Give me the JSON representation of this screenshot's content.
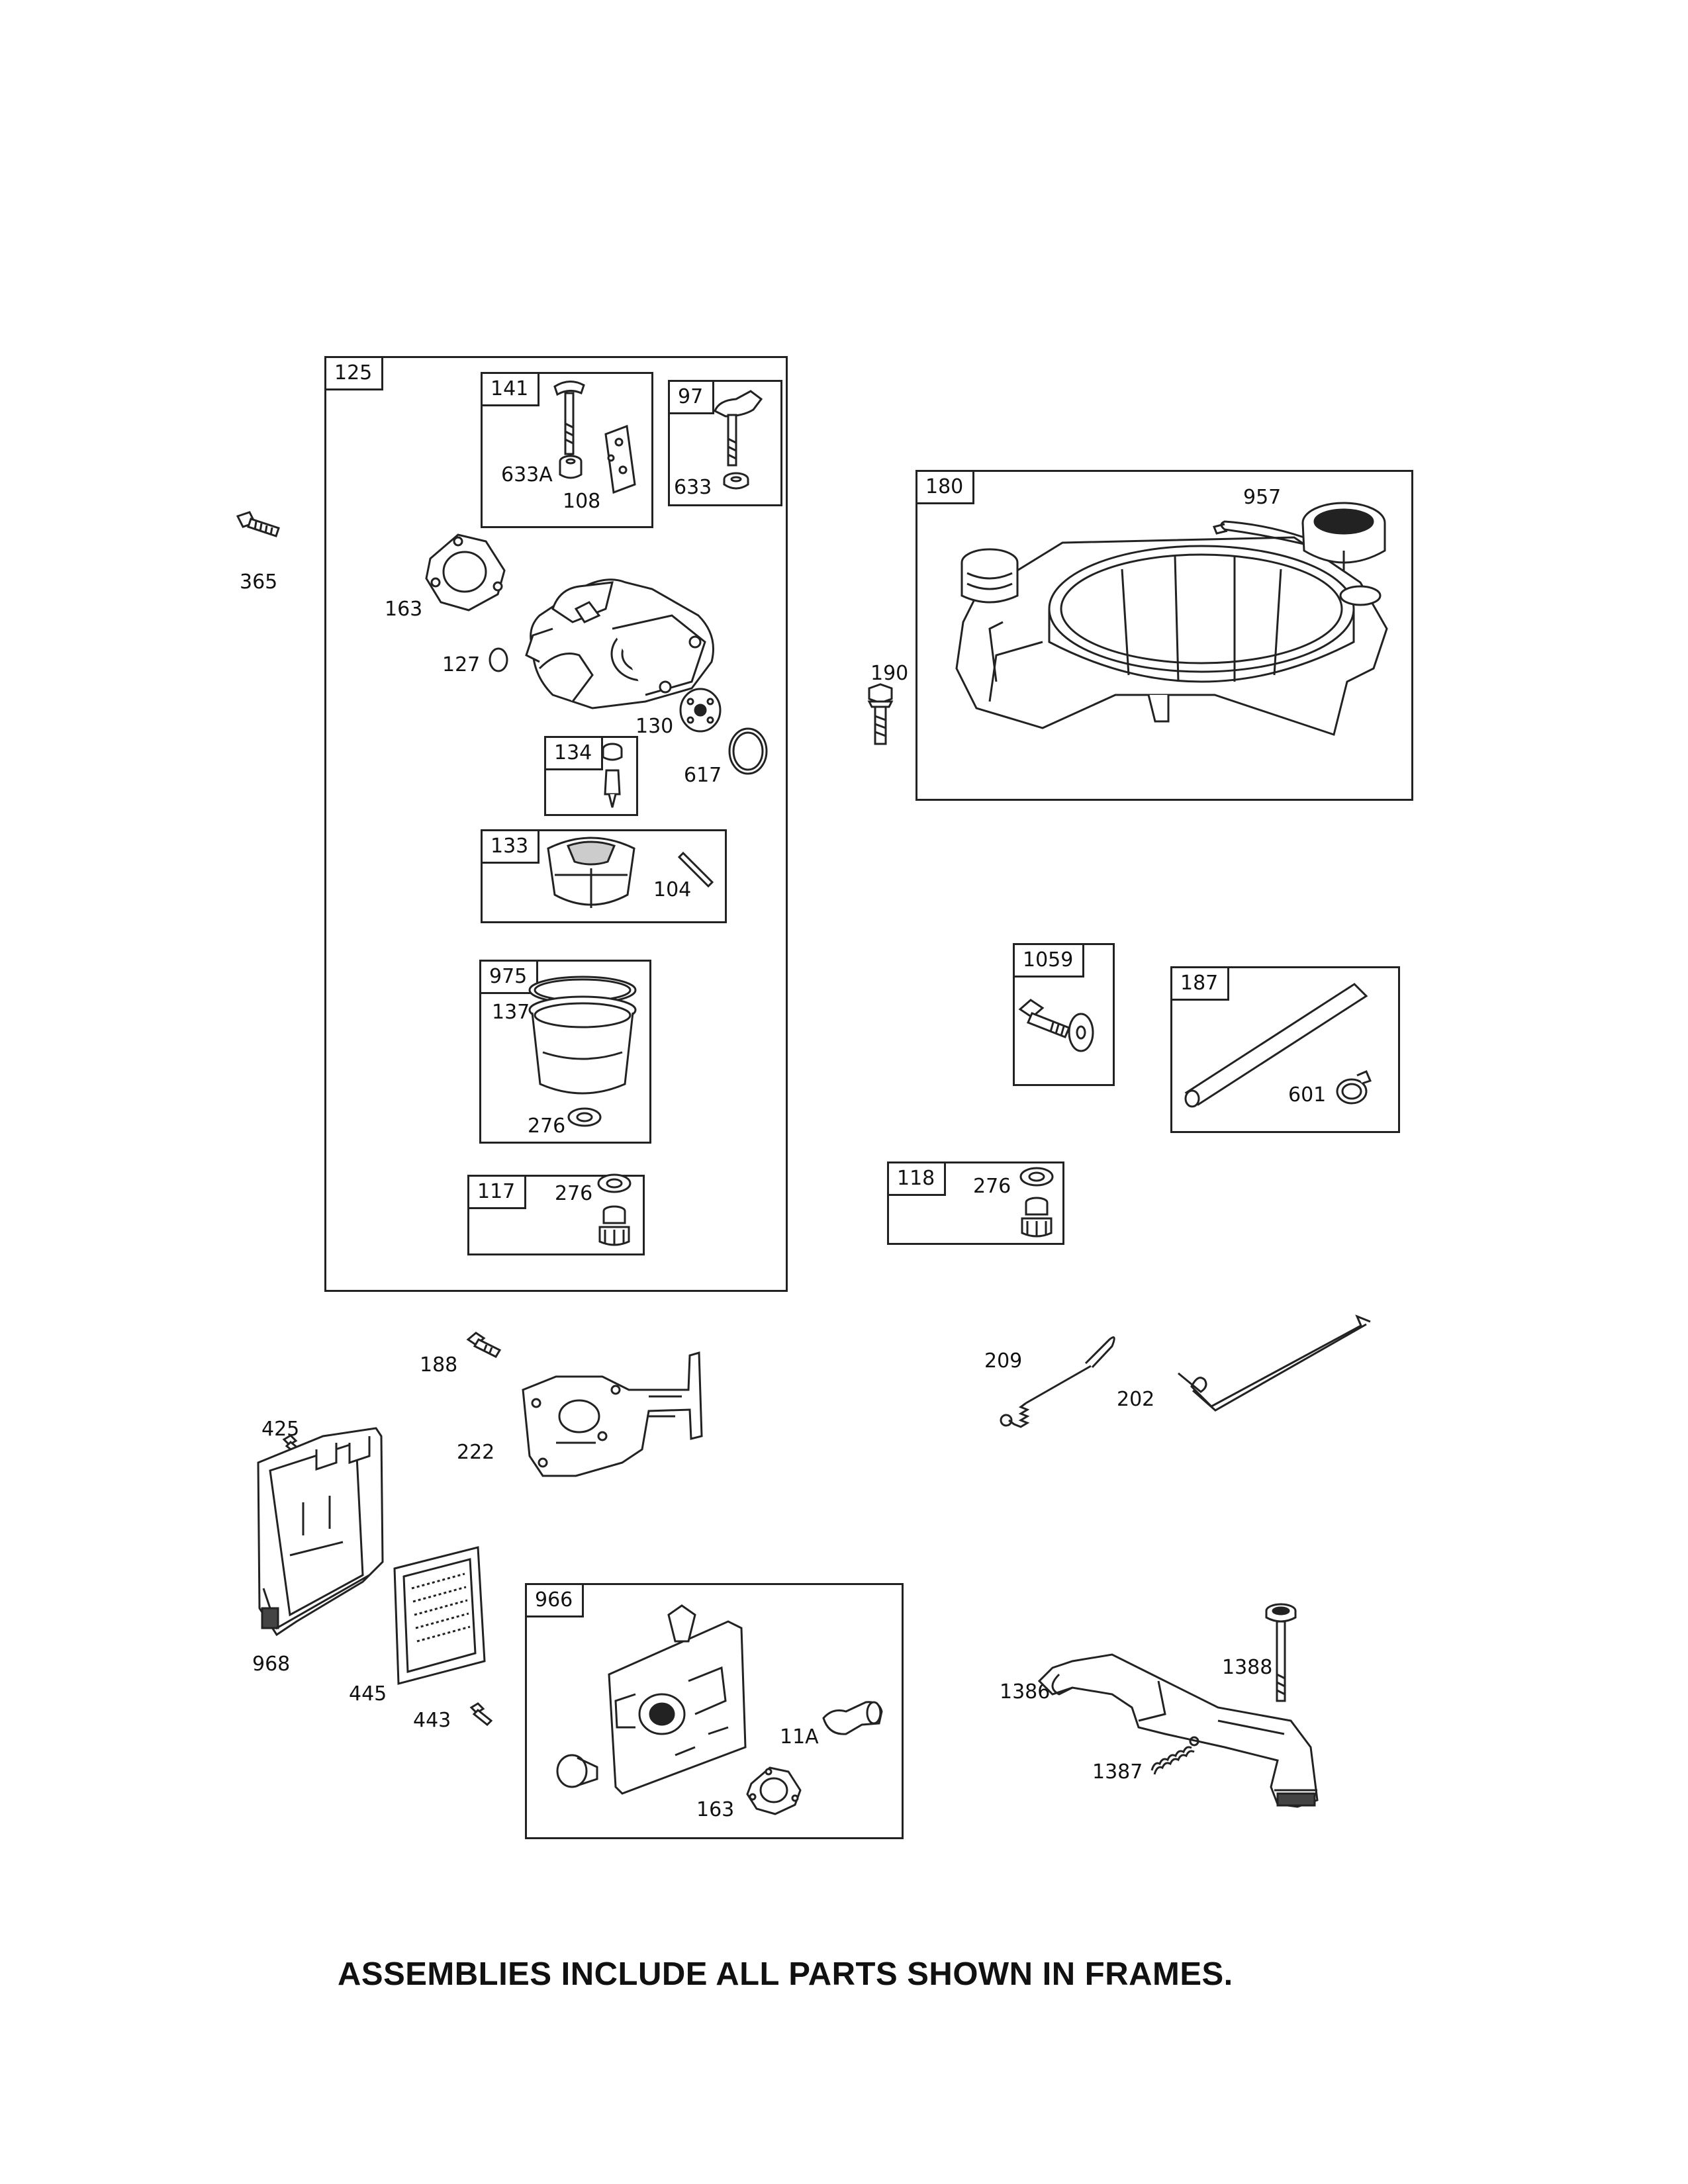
{
  "frames": {
    "f125": "125",
    "f141": "141",
    "f97": "97",
    "f134": "134",
    "f133": "133",
    "f975": "975",
    "f117": "117",
    "f180": "180",
    "f1059": "1059",
    "f187": "187",
    "f118": "118",
    "f966": "966"
  },
  "labels": {
    "l365": "365",
    "l633a": "633A",
    "l108": "108",
    "l633": "633",
    "l163a": "163",
    "l127": "127",
    "l130": "130",
    "l617": "617",
    "l104": "104",
    "l137": "137",
    "l276a": "276",
    "l276b": "276",
    "l957": "957",
    "l190": "190",
    "l601": "601",
    "l276c": "276",
    "l188": "188",
    "l222": "222",
    "l209": "209",
    "l202": "202",
    "l425": "425",
    "l968": "968",
    "l445": "445",
    "l443": "443",
    "l11a": "11A",
    "l163b": "163",
    "l1388": "1388",
    "l1386": "1386",
    "l1387": "1387"
  },
  "footer": "ASSEMBLIES INCLUDE ALL PARTS SHOWN IN FRAMES."
}
